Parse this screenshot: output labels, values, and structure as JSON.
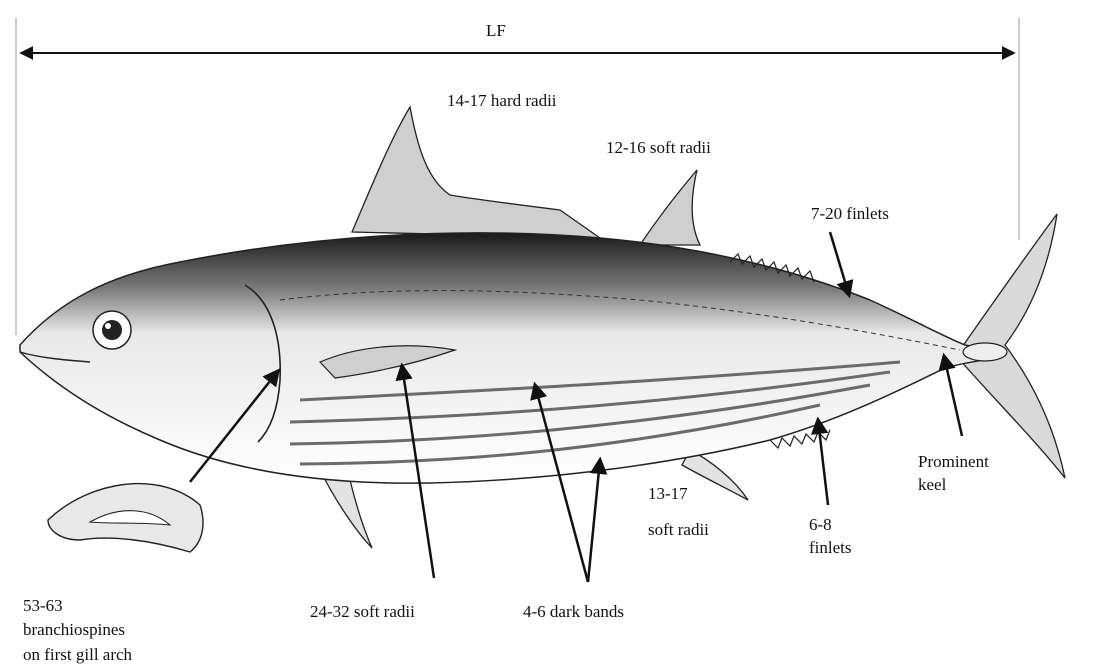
{
  "diagram": {
    "measure_label": "LF",
    "labels": {
      "hard_radii": "14-17 hard radii",
      "second_dorsal_radii": "12-16 soft radii",
      "dorsal_finlets": "7-20 finlets",
      "keel_line1": "Prominent",
      "keel_line2": "keel",
      "anal_radii_line1": "13-17",
      "anal_radii_line2": "soft radii",
      "ventral_finlets_line1": "6-8",
      "ventral_finlets_line2": "finlets",
      "branchiospines_line1": "53-63",
      "branchiospines_line2": "branchiospines",
      "branchiospines_line3": "on first gill arch",
      "pectoral_radii": "24-32 soft radii",
      "dark_bands": "4-6 dark bands"
    },
    "colors": {
      "ink": "#111111",
      "dorsal_shade": "#2a2a2a",
      "body_light": "#f4f4f4",
      "band": "#6b6b6b",
      "guide_line": "#9a9a9a"
    }
  }
}
